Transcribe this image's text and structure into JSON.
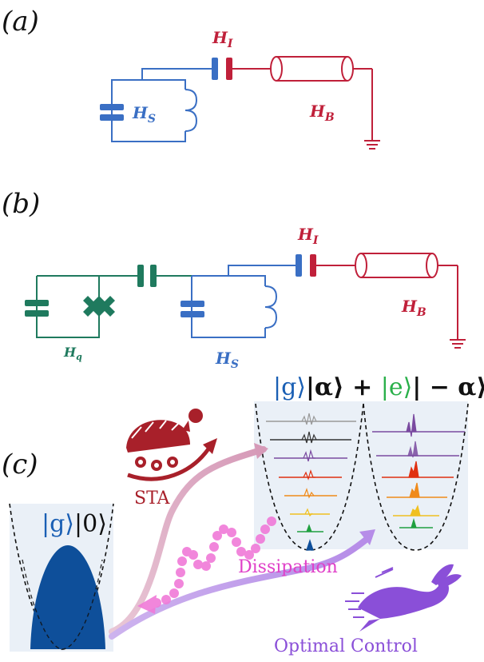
{
  "panels": {
    "a": {
      "label": "(a)",
      "h_s": {
        "base": "H",
        "sub": "S"
      },
      "h_i": {
        "base": "H",
        "sub": "I"
      },
      "h_b": {
        "base": "H",
        "sub": "B"
      }
    },
    "b": {
      "label": "(b)",
      "h_q": {
        "base": "H",
        "sub": "q"
      },
      "h_s": {
        "base": "H",
        "sub": "S"
      },
      "h_i": {
        "base": "H",
        "sub": "I"
      },
      "h_b": {
        "base": "H",
        "sub": "B"
      }
    },
    "c": {
      "label": "(c)",
      "initial_state": {
        "g": "|g⟩",
        "rest": "|0⟩"
      },
      "cat_state": {
        "g": "|g⟩",
        "alpha": "|α⟩ + ",
        "e": "|e⟩",
        "minus_alpha": "| − α⟩"
      },
      "paths": {
        "sta": "STA",
        "dissipation": "Dissipation",
        "optimal_control": "Optimal Control"
      }
    }
  },
  "colors": {
    "system": "#3a6fc4",
    "bath": "#c0203a",
    "qubit": "#1f7a5e",
    "sta": "#a8202a",
    "dissipation": "#e040c8",
    "optimal_control": "#8a4fd8",
    "wavepacket": "#0e4f9a",
    "g_ket": "#1a5fb4",
    "e_ket": "#2ab04a"
  },
  "icons": [
    "turtle-icon",
    "rabbit-icon",
    "ground-icon"
  ]
}
